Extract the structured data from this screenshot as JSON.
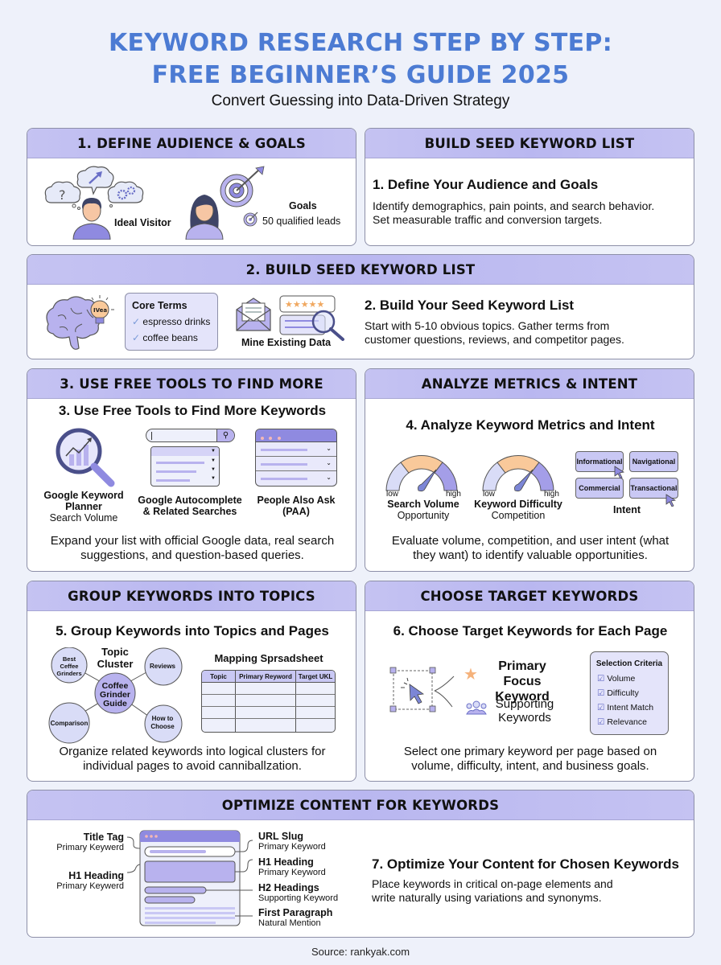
{
  "header": {
    "title_line1": "KEYWORD RESEARCH STEP BY STEP:",
    "title_line2": "FREE BEGINNER’S GUIDE 2025",
    "subtitle": "Convert Guessing into Data-Driven Strategy",
    "title_color": "#4c7bd3"
  },
  "colors": {
    "header_band": "#bebcf2",
    "accent_purple": "#8f8ae0",
    "light_purple": "#dcdaf8",
    "peach": "#f9c99a",
    "background": "#eef1fa",
    "border": "#8d8fa8"
  },
  "step1": {
    "header": "1. DEFINE AUDIENCE & GOALS",
    "ideal_visitor": "Ideal Visitor",
    "goals_label": "Goals",
    "goals_value": "50 qualified leads",
    "icons": [
      "question-bubble-icon",
      "arrow-bubble-icon",
      "gears-bubble-icon",
      "person-icon",
      "woman-icon",
      "target-arrow-icon"
    ]
  },
  "step1_text": {
    "header": "BUILD SEED KEYWORD LIST",
    "title": "1. Define Your Audience and Goals",
    "line1": "Identify demographics, pain points, and search behavior.",
    "line2": "Set measurable traffic and conversion targets."
  },
  "step2": {
    "header": "2. BUILD SEED KEYWORD LIST",
    "idea_label": "IVea",
    "core_terms_title": "Core Terms",
    "core_terms": [
      "espresso drinks",
      "coffee beans"
    ],
    "mine_label": "Mine Existing Data",
    "title": "2. Build Your Seed Keyword List",
    "line1": "Start with 5-10 obvious topics. Gather terms from",
    "line2": "customer questions, reviews, and competitor pages."
  },
  "step3": {
    "header": "3. USE FREE TOOLS TO FIND MORE",
    "title": "3. Use Free Tools to Find More Keywords",
    "tools": [
      {
        "name_line1": "Google Keyword",
        "name_line2": "Planner",
        "sub": "Search Volume"
      },
      {
        "name_line1": "Google Autocomplete",
        "name_line2": "& Related Searches",
        "sub": ""
      },
      {
        "name_line1": "People Also Ask",
        "name_line2": "(PAA)",
        "sub": ""
      }
    ],
    "line1": "Expand your list with official Google data, real search",
    "line2": "suggestions, and question-based queries."
  },
  "step4": {
    "header": "ANALYZE METRICS & INTENT",
    "title": "4. Analyze Keyword Metrics and Intent",
    "gauges": [
      {
        "low": "low",
        "high": "high",
        "name": "Search Volume",
        "sub": "Opportunity"
      },
      {
        "low": "low",
        "high": "high",
        "name": "Keyword Difficulty",
        "sub": "Competition"
      }
    ],
    "intent_boxes": [
      "Informational",
      "Navigational",
      "Commercial",
      "Transactional"
    ],
    "intent_label": "Intent",
    "line1": "Evaluate volume, competition, and user intent (what",
    "line2": "they want) to identify valuable opportunities."
  },
  "step5": {
    "header": "GROUP KEYWORDS INTO TOPICS",
    "title": "5. Group Keywords into Topics and Pages",
    "cluster_label_1": "Topic",
    "cluster_label_2": "Cluster",
    "hub": [
      "Coffee",
      "Grinder",
      "Guide"
    ],
    "nodes": [
      [
        "Best",
        "Ceffee",
        "Grinders"
      ],
      [
        "Reviews"
      ],
      [
        "Comparison"
      ],
      [
        "How to",
        "Choose"
      ]
    ],
    "sheet_title": "Mapping Sprsadsheet",
    "sheet_columns": [
      "Topic",
      "Primary Reyword",
      "Target UKL"
    ],
    "sheet_rows": 4,
    "line1": "Organize related keywords into logical clusters for",
    "line2": "individual pages to avoid canniballzation."
  },
  "step6": {
    "header": "CHOOSE TARGET KEYWORDS",
    "title": "6. Choose Target Keywords for Each Page",
    "primary_1": "Primary Focus",
    "primary_2": "Keyword",
    "supporting_1": "Supporting",
    "supporting_2": "Keywords",
    "criteria_title": "Selection Criteria",
    "criteria": [
      "Volume",
      "Difficulty",
      "Intent Match",
      "Relevance"
    ],
    "line1": "Select one primary keyword per page based on",
    "line2": "volume, difficulty, intent, and business goals."
  },
  "step7": {
    "header": "OPTIMIZE CONTENT FOR KEYWORDS",
    "left_labels": [
      {
        "title": "Title Tag",
        "sub": "Primary Keywerd"
      },
      {
        "title": "H1 Heading",
        "sub": "Primary Keywerd"
      }
    ],
    "right_labels": [
      {
        "title": "URL Slug",
        "sub": "Primary Keyword"
      },
      {
        "title": "H1 Heading",
        "sub": "Primary Keyword"
      },
      {
        "title": "H2 Headings",
        "sub": "Supporting Keyword"
      },
      {
        "title": "First Paragraph",
        "sub": "Natural Mention"
      }
    ],
    "title": "7. Optimize Your Content for Chosen Keywords",
    "line1": "Place keywords in critical on-page elements and",
    "line2": "write naturally using variations and synonyms."
  },
  "footer": {
    "source": "Source: rankyak.com"
  }
}
